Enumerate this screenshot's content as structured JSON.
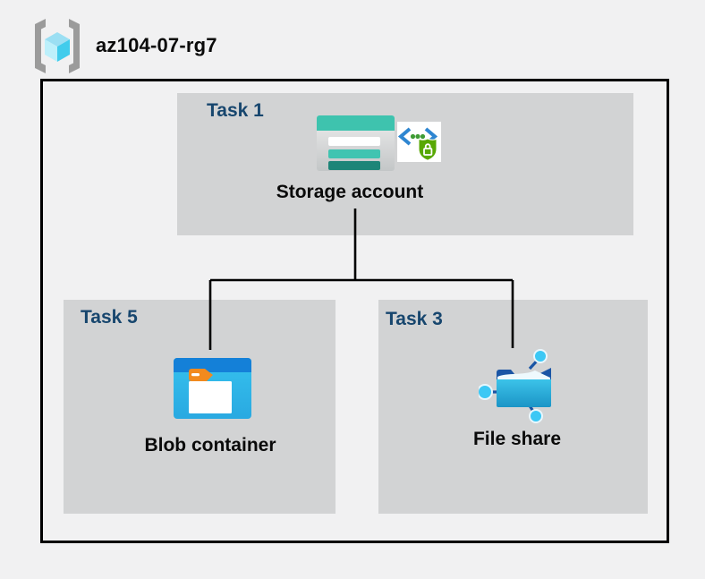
{
  "header": {
    "icon": "resource-group-icon",
    "title": "az104-07-rg7"
  },
  "diagram": {
    "groups": [
      {
        "label": "Task 1",
        "node": {
          "label": "Storage account",
          "icons": [
            "storage-account-icon",
            "sas-security-badge-icon"
          ]
        }
      },
      {
        "label": "Task 5",
        "node": {
          "label": "Blob container",
          "icons": [
            "blob-container-icon"
          ]
        }
      },
      {
        "label": "Task 3",
        "node": {
          "label": "File share",
          "icons": [
            "file-share-icon"
          ]
        }
      }
    ],
    "connections": [
      {
        "from": "Storage account",
        "to": "Blob container"
      },
      {
        "from": "Storage account",
        "to": "File share"
      }
    ]
  },
  "icons": {
    "resource_group": "cyan cube inside gray square brackets",
    "storage_account": "silver card with teal header and three rows",
    "sas_security_badge": "blue angle brackets with green dots and green padlock shield",
    "blob_container": "blue window with white folder and orange tab",
    "file_share": "blue folder with three connected cyan network nodes"
  },
  "colors": {
    "page_bg": "#f1f1f2",
    "group_bg": "#d2d3d4",
    "outer_border": "#000000",
    "connector": "#000000",
    "task_label": "#17466e",
    "node_label": "#0a0a0a",
    "title_color": "#0b0b0b",
    "storage_teal": "#3ec3ae",
    "storage_teal_dark": "#1d8578",
    "blob_top_blue": "#1480d8",
    "blob_body_cyan": "#2fb6e8",
    "folder_tab_orange": "#f28a1e",
    "fileshare_dark_blue": "#1a55a5",
    "fileshare_node_cyan": "#3cc8f5",
    "shield_green": "#58a804",
    "bracket_blue": "#2e86d1",
    "rg_bracket_gray": "#9b9b9b",
    "rg_cube_cyan": "#41ccec"
  }
}
